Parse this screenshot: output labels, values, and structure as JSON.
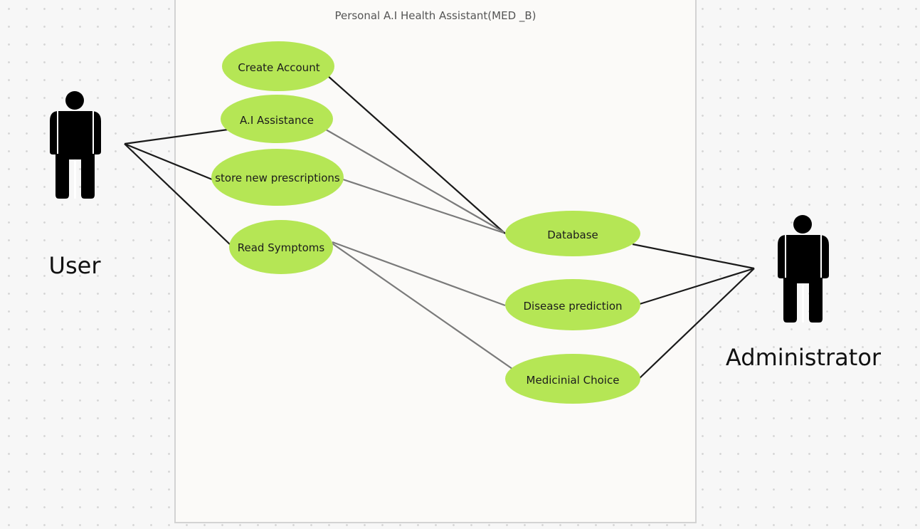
{
  "system": {
    "title": "Personal A.I Health Assistant(MED _B)"
  },
  "actors": {
    "user": {
      "label": "User",
      "icon": "person-icon"
    },
    "admin": {
      "label": "Administrator",
      "icon": "person-icon"
    }
  },
  "use_cases": {
    "create_account": "Create Account",
    "ai_assistance": "A.I Assistance",
    "store_prescriptions": "store new prescriptions",
    "read_symptoms": "Read Symptoms",
    "database": "Database",
    "disease_prediction": "Disease prediction",
    "medicinal_choice": "Medicinial Choice"
  },
  "colors": {
    "use_case_fill": "#b5e655",
    "system_boundary_fill": "#fbfaf8",
    "system_boundary_stroke": "#d3d3d3",
    "association_dark": "#1a1a1a",
    "association_grey": "#7a7a7a",
    "actor": "#000000"
  }
}
